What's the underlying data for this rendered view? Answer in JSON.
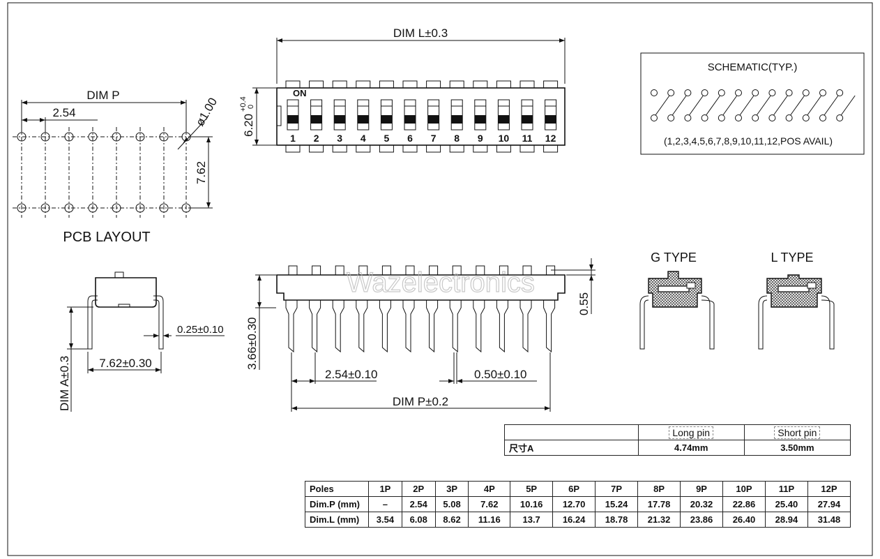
{
  "labels": {
    "dim_l": "DIM L±0.3",
    "dim_p_top": "DIM P",
    "pitch": "2.54",
    "hole_dia": "ø1.00",
    "row_spacing": "7.62",
    "pcb_layout": "PCB LAYOUT",
    "height_620": "6.20",
    "tol_plus": "+0.4",
    "tol_zero": "0",
    "on_mark": "ON",
    "switch_numbers": [
      "1",
      "2",
      "3",
      "4",
      "5",
      "6",
      "7",
      "8",
      "9",
      "10",
      "11",
      "12"
    ],
    "schematic_title": "SCHEMATIC(TYP.)",
    "schematic_note": "(1,2,3,4,5,6,7,8,9,10,11,12,POS AVAIL)",
    "g_type": "G TYPE",
    "l_type": "L TYPE",
    "pin_thickness": "0.25±0.10",
    "row_width": "7.62±0.30",
    "dim_a": "DIM A±0.3",
    "body_height": "3.66±0.30",
    "pitch_tol": "2.54±0.10",
    "pin_width": "0.50±0.10",
    "dim_p_bottom": "DIM P±0.2",
    "standoff": "0.55",
    "watermark": "Wazelectronics"
  },
  "dim_a_table": {
    "headers": [
      "",
      "Long pin",
      "Short pin"
    ],
    "row_label": "尺寸A",
    "values": [
      "4.74mm",
      "3.50mm"
    ]
  },
  "poles_table": {
    "headers": [
      "Poles",
      "1P",
      "2P",
      "3P",
      "4P",
      "5P",
      "6P",
      "7P",
      "8P",
      "9P",
      "10P",
      "11P",
      "12P"
    ],
    "rows": [
      {
        "label": "Dim.P (mm)",
        "values": [
          "–",
          "2.54",
          "5.08",
          "7.62",
          "10.16",
          "12.70",
          "15.24",
          "17.78",
          "20.32",
          "22.86",
          "25.40",
          "27.94"
        ]
      },
      {
        "label": "Dim.L (mm)",
        "values": [
          "3.54",
          "6.08",
          "8.62",
          "11.16",
          "13.7",
          "16.24",
          "18.78",
          "21.32",
          "23.86",
          "26.40",
          "28.94",
          "31.48"
        ]
      }
    ]
  }
}
